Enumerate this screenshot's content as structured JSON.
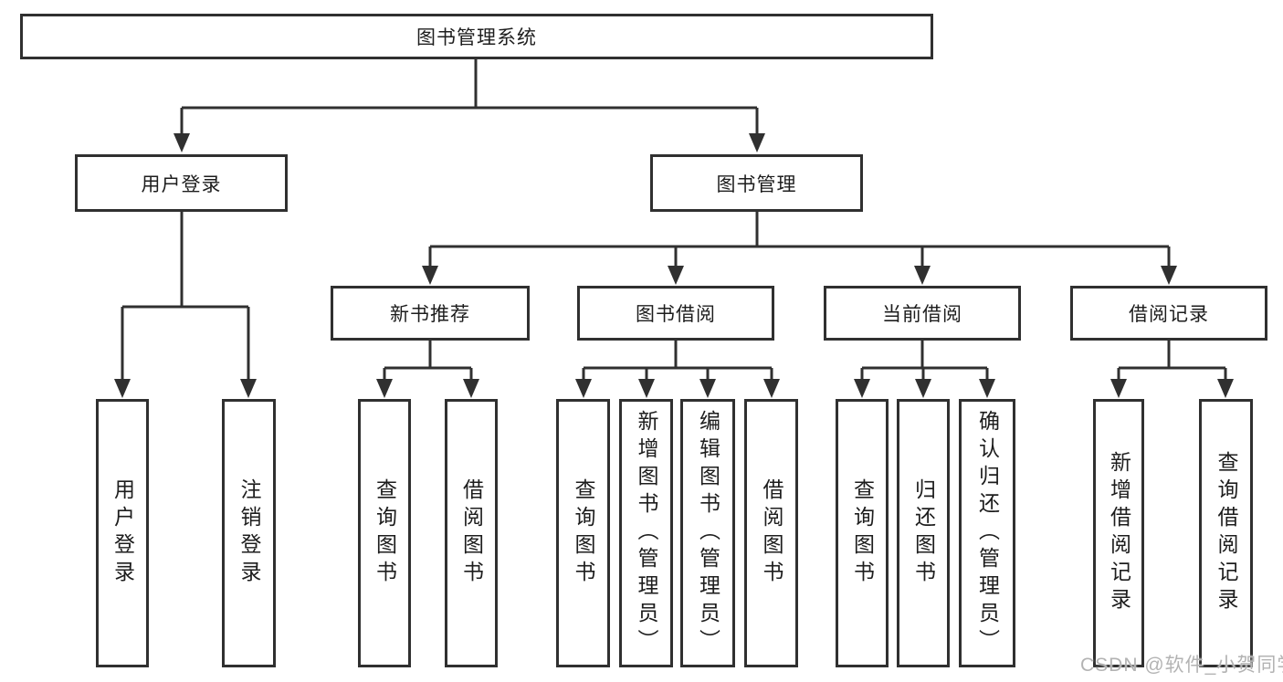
{
  "tree": {
    "root": {
      "label": "图书管理系统"
    },
    "branches": [
      {
        "label": "用户登录",
        "children": [
          {
            "label": "用户登录"
          },
          {
            "label": "注销登录"
          }
        ]
      },
      {
        "label": "图书管理",
        "children": [
          {
            "label": "新书推荐",
            "children": [
              {
                "label": "查询图书"
              },
              {
                "label": "借阅图书"
              }
            ]
          },
          {
            "label": "图书借阅",
            "children": [
              {
                "label": "查询图书"
              },
              {
                "label": "新增图书（管理员）"
              },
              {
                "label": "编辑图书（管理员）"
              },
              {
                "label": "借阅图书"
              }
            ]
          },
          {
            "label": "当前借阅",
            "children": [
              {
                "label": "查询图书"
              },
              {
                "label": "归还图书"
              },
              {
                "label": "确认归还（管理员）"
              }
            ]
          },
          {
            "label": "借阅记录",
            "children": [
              {
                "label": "新增借阅记录"
              },
              {
                "label": "查询借阅记录"
              }
            ]
          }
        ]
      }
    ]
  },
  "watermark": "CSDN @软件_小贺同学",
  "colors": {
    "background": "#ffffff",
    "box_border": "#303030",
    "connector": "#303030",
    "text": "#1d1d1d",
    "watermark": "#b3b3b3"
  }
}
